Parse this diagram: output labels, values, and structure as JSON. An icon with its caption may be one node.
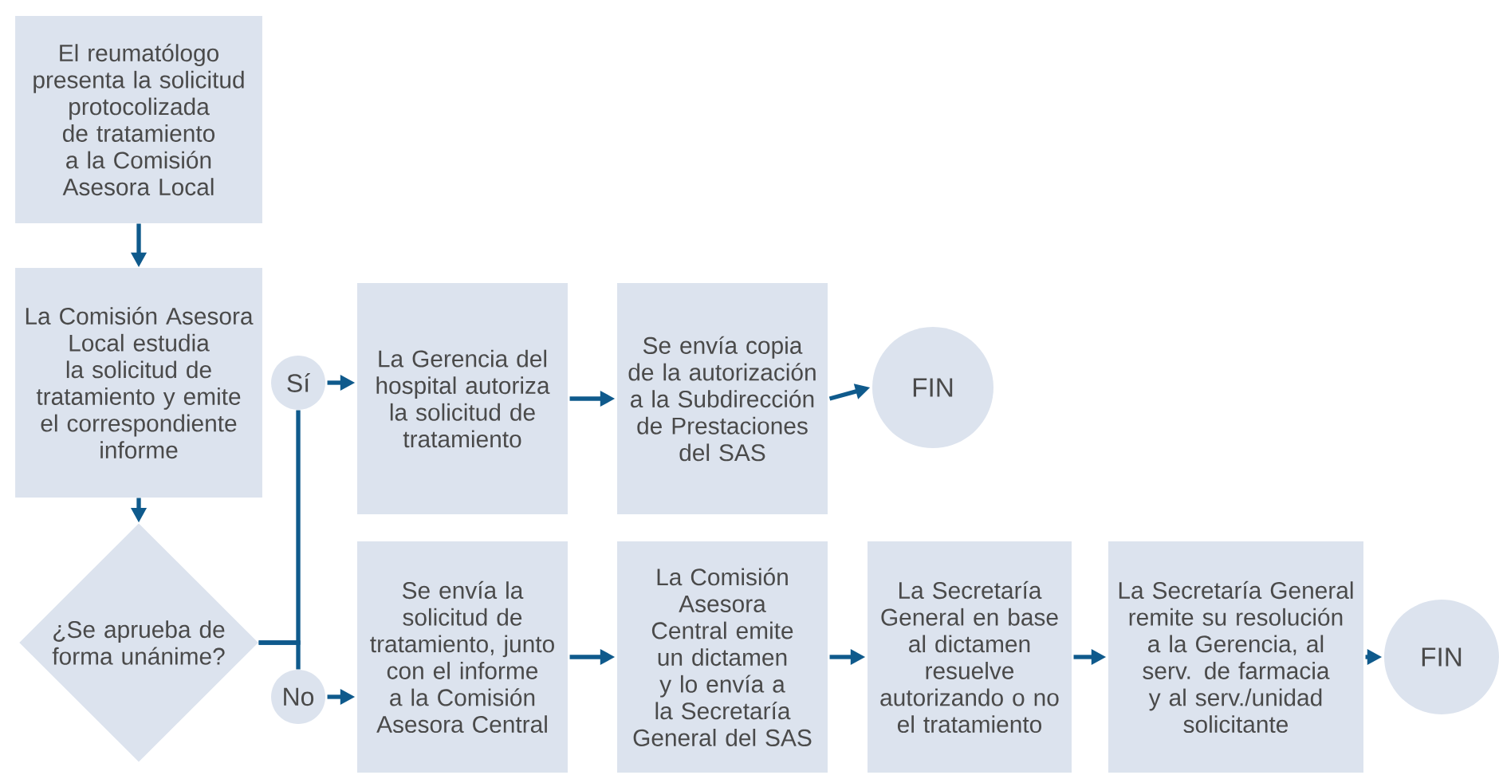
{
  "diagram": {
    "nodes": [
      {
        "text": [
          "El reumatólogo presenta la solicitud protocolizada de tratamiento a la Comisión Asesora Local"
        ]
      },
      {
        "text": [
          "La Comisión Asesora Local estudia la solicitud de tratamiento y emite el correspondiente informe"
        ]
      },
      {
        "text": [
          "Sí"
        ]
      },
      {
        "text": [
          "La Gerencia del hospital autoriza la solicitud de tratamiento"
        ]
      },
      {
        "text": [
          "Se envía copia de la autorización a la Subdirección de Prestaciones del SAS"
        ]
      },
      {
        "text": [
          "FIN"
        ]
      },
      {
        "text": [
          "¿Se aprueba de forma unánime?"
        ]
      },
      {
        "text": [
          "No"
        ]
      },
      {
        "text": [
          "Se envía la solicitud de tratamiento, junto con el informe a la Comisión Asesora Central"
        ]
      },
      {
        "text": [
          "La Comisión Asesora Central emite un dictamen y lo envía a la Secretaría General del SAS"
        ]
      },
      {
        "text": [
          "La Secretaría General en base al dictamen resuelve autorizando o no el tratamiento"
        ]
      },
      {
        "text": [
          "La Secretaría General remite su resolución a la Gerencia, al serv. de farmacia y al serv./unidad solicitante"
        ]
      },
      {
        "text": [
          "FIN"
        ]
      }
    ],
    "edges": [
      {
        "from": 0,
        "to": 1,
        "arrow": "to"
      },
      {
        "from": 1,
        "to": 6,
        "arrow": "to"
      },
      {
        "from": 6,
        "to": 2,
        "arrow": "none"
      },
      {
        "from": 2,
        "to": 3,
        "arrow": "to"
      },
      {
        "from": 3,
        "to": 4,
        "arrow": "to"
      },
      {
        "from": 4,
        "to": 5,
        "arrow": "to"
      },
      {
        "from": 6,
        "to": 7,
        "arrow": "none"
      },
      {
        "from": 7,
        "to": 8,
        "arrow": "to"
      },
      {
        "from": 8,
        "to": 9,
        "arrow": "to"
      },
      {
        "from": 9,
        "to": 10,
        "arrow": "to"
      },
      {
        "from": 10,
        "to": 11,
        "arrow": "to"
      },
      {
        "from": 11,
        "to": 12,
        "arrow": "to"
      }
    ]
  }
}
